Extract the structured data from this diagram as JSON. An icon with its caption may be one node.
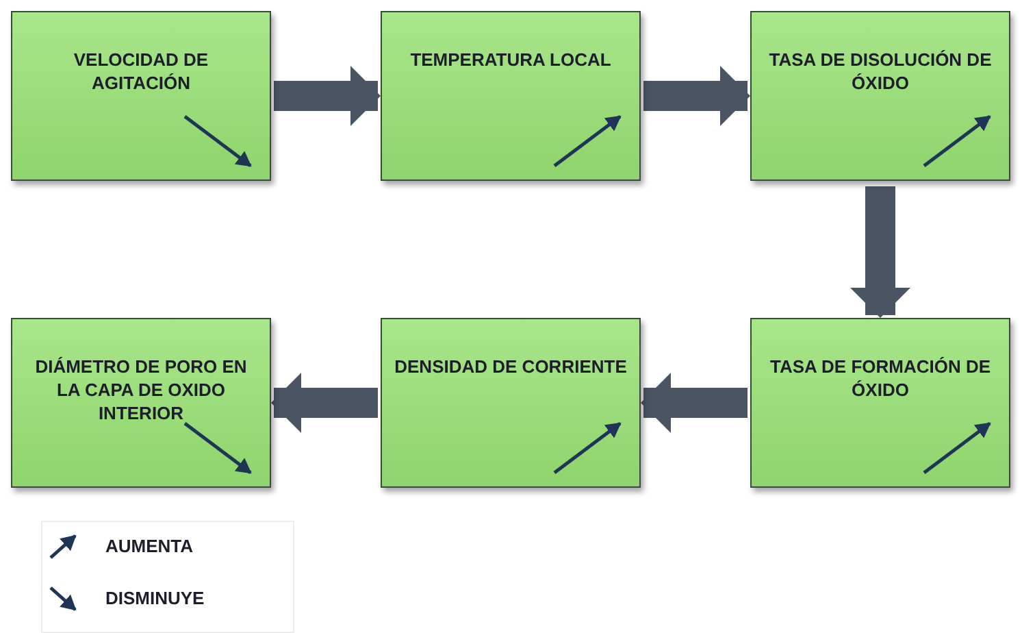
{
  "diagram": {
    "nodes": [
      {
        "text": [
          "VELOCIDAD DE AGITACIÓN"
        ]
      },
      {
        "text": [
          "TEMPERATURA LOCAL"
        ]
      },
      {
        "text": [
          "TASA DE DISOLUCIÓN DE ÓXIDO"
        ]
      },
      {
        "text": [
          "DIÁMETRO DE PORO EN LA CAPA DE OXIDO INTERIOR"
        ]
      },
      {
        "text": [
          "DENSIDAD DE CORRIENTE"
        ]
      },
      {
        "text": [
          "TASA DE FORMACIÓN DE ÓXIDO"
        ]
      }
    ],
    "edges": [
      {
        "from": 0,
        "to": 1,
        "arrow": "to"
      },
      {
        "from": 1,
        "to": 2,
        "arrow": "to"
      },
      {
        "from": 2,
        "to": 5,
        "arrow": "to"
      },
      {
        "from": 5,
        "to": 4,
        "arrow": "to"
      },
      {
        "from": 4,
        "to": 3,
        "arrow": "to"
      }
    ],
    "legend": [
      {
        "text": "AUMENTA"
      },
      {
        "text": "DISMINUYE"
      }
    ]
  }
}
